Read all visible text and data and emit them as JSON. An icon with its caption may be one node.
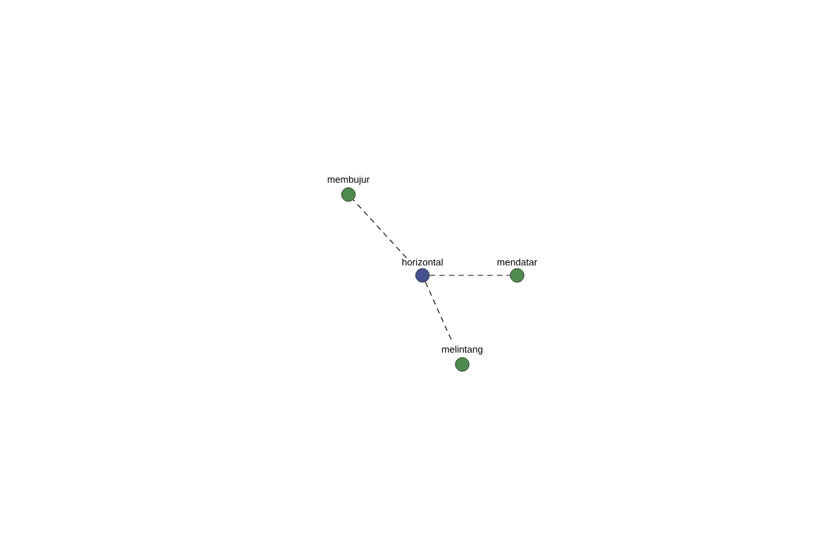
{
  "diagram": {
    "nodes": [
      {
        "text": [
          "membujur"
        ]
      },
      {
        "text": [
          "horizontal"
        ]
      },
      {
        "text": [
          "mendatar"
        ]
      },
      {
        "text": [
          "melintang"
        ]
      }
    ],
    "edges": [
      {
        "from": 1,
        "to": 0,
        "arrow": "none",
        "style": "dashed"
      },
      {
        "from": 1,
        "to": 2,
        "arrow": "none",
        "style": "dashed"
      },
      {
        "from": 1,
        "to": 3,
        "arrow": "none",
        "style": "dashed"
      }
    ]
  }
}
